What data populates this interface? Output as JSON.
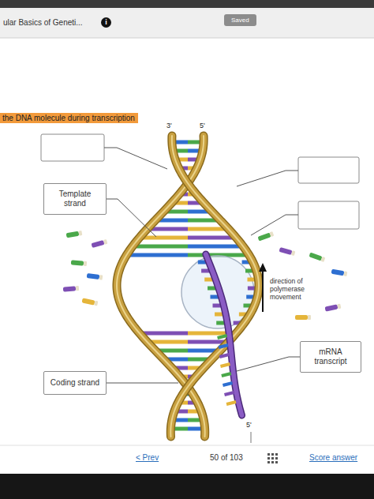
{
  "diagram": {
    "title": "the DNA molecule during transcription",
    "nodes": [
      {
        "text": [
          "Template strand"
        ]
      },
      {
        "text": [
          "mRNA transcript"
        ]
      },
      {
        "text": [
          "Coding strand"
        ]
      }
    ],
    "labels": [
      "ular Basics of Geneti...",
      "i",
      "Saved",
      "3'",
      "5'",
      "direction of polymerase movement",
      "5'",
      "< Prev",
      "50 of 103",
      "Score answer"
    ]
  }
}
